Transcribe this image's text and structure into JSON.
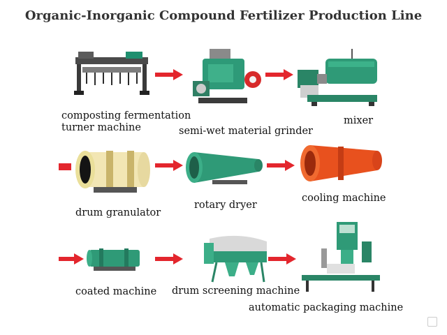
{
  "title": "Organic-Inorganic Compound Fertilizer Production Line",
  "steps": [
    {
      "line1": "composting fermentation",
      "line2": "turner machine"
    },
    {
      "line1": "semi-wet material grinder"
    },
    {
      "line1": "mixer"
    },
    {
      "line1": "drum granulator"
    },
    {
      "line1": "rotary dryer"
    },
    {
      "line1": "cooling machine"
    },
    {
      "line1": "coated machine"
    },
    {
      "line1": "drum screening machine"
    },
    {
      "line1": "automatic packaging machine"
    }
  ],
  "colors": {
    "arrow": "#e3262d",
    "green": "#2f9a77",
    "orange": "#e8511e",
    "cream": "#f2e6b4"
  }
}
